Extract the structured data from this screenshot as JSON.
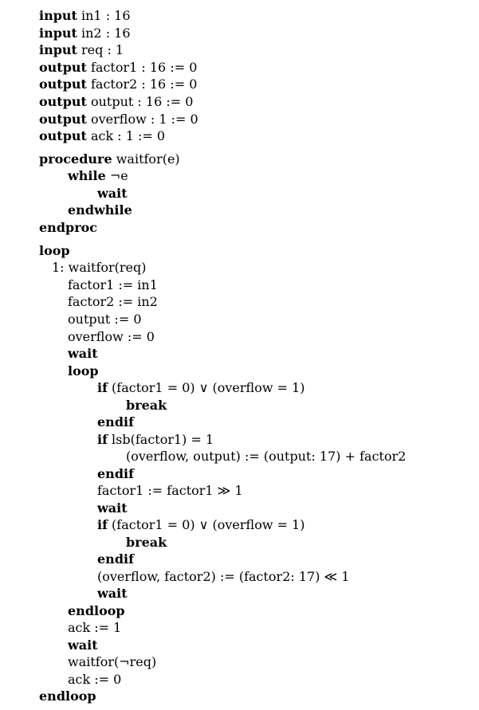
{
  "lines": [
    {
      "kw": "input",
      "rest": " in1 : 16"
    },
    {
      "kw": "input",
      "rest": " in2 : 16"
    },
    {
      "kw": "input",
      "rest": " req : 1"
    },
    {
      "kw": "output",
      "rest": " factor1 : 16 := 0"
    },
    {
      "kw": "output",
      "rest": " factor2 : 16 := 0"
    },
    {
      "kw": "output",
      "rest": " output : 16 := 0"
    },
    {
      "kw": "output",
      "rest": " overflow : 1 := 0"
    },
    {
      "kw": "output",
      "rest": " ack : 1 := 0"
    },
    {
      "kw": "procedure",
      "rest": " waitfor(e)"
    },
    {
      "kw": "while",
      "rest": " ¬e"
    },
    {
      "kw": "wait",
      "rest": ""
    },
    {
      "kw": "endwhile",
      "rest": ""
    },
    {
      "kw": "endproc",
      "rest": ""
    },
    {
      "kw": "loop",
      "rest": ""
    },
    {
      "kw": "",
      "rest": "1: waitfor(req)"
    },
    {
      "kw": "",
      "rest": "factor1 := in1"
    },
    {
      "kw": "",
      "rest": "factor2 := in2"
    },
    {
      "kw": "",
      "rest": "output := 0"
    },
    {
      "kw": "",
      "rest": "overflow := 0"
    },
    {
      "kw": "wait",
      "rest": ""
    },
    {
      "kw": "loop",
      "rest": ""
    },
    {
      "kw": "if",
      "rest": " (factor1 = 0) ∨ (overflow = 1)"
    },
    {
      "kw": "break",
      "rest": ""
    },
    {
      "kw": "endif",
      "rest": ""
    },
    {
      "kw": "if",
      "rest": " lsb(factor1) = 1"
    },
    {
      "kw": "",
      "rest": "(overflow, output) := (output: 17) + factor2"
    },
    {
      "kw": "endif",
      "rest": ""
    },
    {
      "kw": "",
      "rest": "factor1 := factor1 ≫ 1"
    },
    {
      "kw": "wait",
      "rest": ""
    },
    {
      "kw": "if",
      "rest": " (factor1 = 0) ∨ (overflow = 1)"
    },
    {
      "kw": "break",
      "rest": ""
    },
    {
      "kw": "endif",
      "rest": ""
    },
    {
      "kw": "",
      "rest": "(overflow, factor2) := (factor2: 17) ≪ 1"
    },
    {
      "kw": "wait",
      "rest": ""
    },
    {
      "kw": "endloop",
      "rest": ""
    },
    {
      "kw": "",
      "rest": "ack := 1"
    },
    {
      "kw": "wait",
      "rest": ""
    },
    {
      "kw": "",
      "rest": "waitfor(¬req)"
    },
    {
      "kw": "",
      "rest": "ack := 0"
    },
    {
      "kw": "endloop",
      "rest": ""
    }
  ]
}
